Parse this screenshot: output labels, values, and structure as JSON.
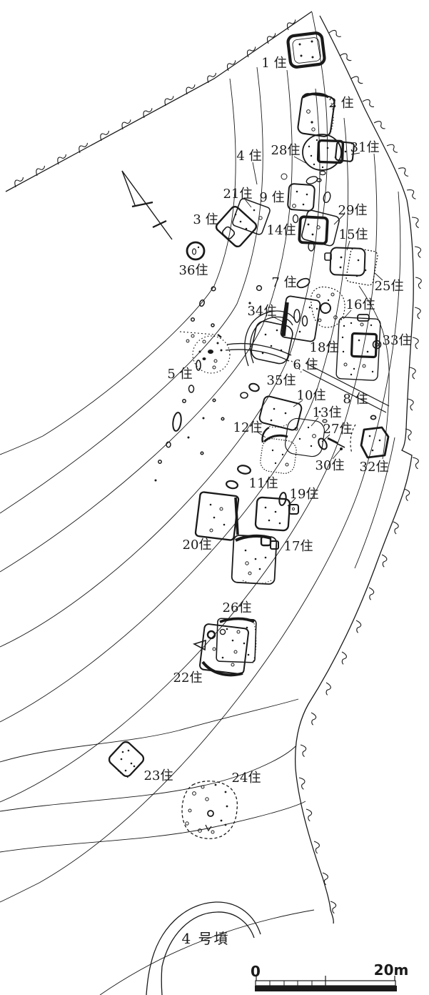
{
  "figure": "archaeological site plan with numbered pit dwellings, contour lines, slope hachures, north arrow and scale bar",
  "colors": {
    "ink": "#1a1a1a",
    "paper": "#ffffff"
  },
  "labels": {
    "dwellings": [
      {
        "id": 1,
        "text": "1 住"
      },
      {
        "id": 2,
        "text": "2 住"
      },
      {
        "id": 3,
        "text": "3 住"
      },
      {
        "id": 4,
        "text": "4 住"
      },
      {
        "id": 5,
        "text": "5 住"
      },
      {
        "id": 6,
        "text": "6 住"
      },
      {
        "id": 7,
        "text": "7 住"
      },
      {
        "id": 8,
        "text": "8 住"
      },
      {
        "id": 9,
        "text": "9 住"
      },
      {
        "id": 10,
        "text": "10住"
      },
      {
        "id": 11,
        "text": "11住"
      },
      {
        "id": 12,
        "text": "12住"
      },
      {
        "id": 13,
        "text": "13住"
      },
      {
        "id": 14,
        "text": "14住"
      },
      {
        "id": 15,
        "text": "15住"
      },
      {
        "id": 16,
        "text": "16住"
      },
      {
        "id": 17,
        "text": "17住"
      },
      {
        "id": 18,
        "text": "18住"
      },
      {
        "id": 19,
        "text": "19住"
      },
      {
        "id": 20,
        "text": "20住"
      },
      {
        "id": 21,
        "text": "21住"
      },
      {
        "id": 22,
        "text": "22住"
      },
      {
        "id": 23,
        "text": "23住"
      },
      {
        "id": 24,
        "text": "24住"
      },
      {
        "id": 25,
        "text": "25住"
      },
      {
        "id": 26,
        "text": "26住"
      },
      {
        "id": 27,
        "text": "27住"
      },
      {
        "id": 28,
        "text": "28住"
      },
      {
        "id": 29,
        "text": "29住"
      },
      {
        "id": 30,
        "text": "30住"
      },
      {
        "id": 31,
        "text": "31住"
      },
      {
        "id": 32,
        "text": "32住"
      },
      {
        "id": 33,
        "text": "33住"
      },
      {
        "id": 34,
        "text": "34住"
      },
      {
        "id": 35,
        "text": "35住"
      },
      {
        "id": 36,
        "text": "36住"
      }
    ],
    "tomb": "4 号墳",
    "scale": {
      "zero": "0",
      "twenty": "20m"
    }
  }
}
